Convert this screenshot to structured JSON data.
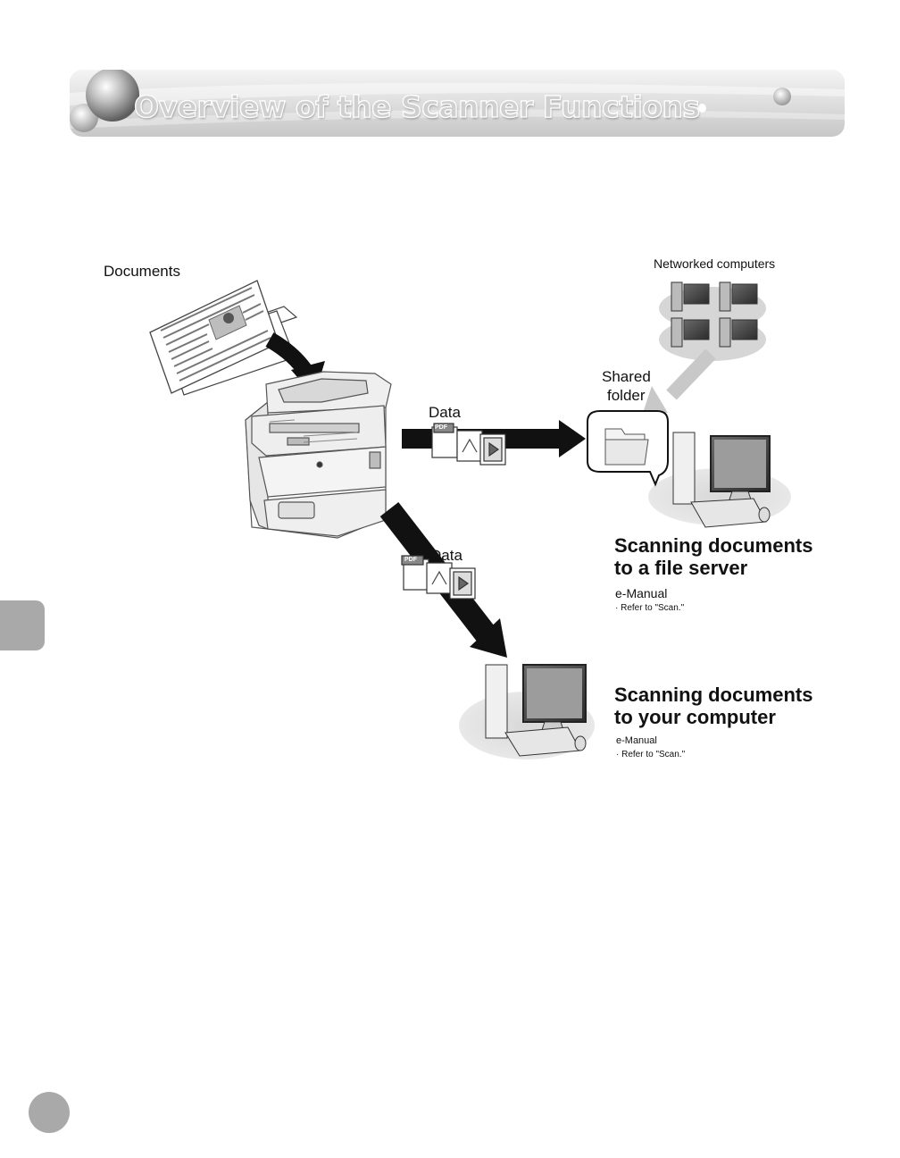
{
  "header": {
    "title": "Overview of the Scanner Functions"
  },
  "diagram": {
    "documents_label": "Documents",
    "networked_label": "Networked computers",
    "shared_folder_label_line1": "Shared",
    "shared_folder_label_line2": "folder",
    "data_label_top": "Data",
    "data_label_bottom": "Data",
    "pdf_tag": "PDF",
    "file_server": {
      "heading_line1": "Scanning documents",
      "heading_line2": "to a file server",
      "ref_title": "e-Manual",
      "ref_text": "· Refer to \"Scan.\""
    },
    "computer": {
      "heading_line1": "Scanning documents",
      "heading_line2": "to your computer",
      "ref_title": "e-Manual",
      "ref_text": "· Refer to \"Scan.\""
    }
  },
  "colors": {
    "banner_gray": "#cfcfcf",
    "side_tab": "#a9a9a9",
    "arrow": "#111111"
  }
}
